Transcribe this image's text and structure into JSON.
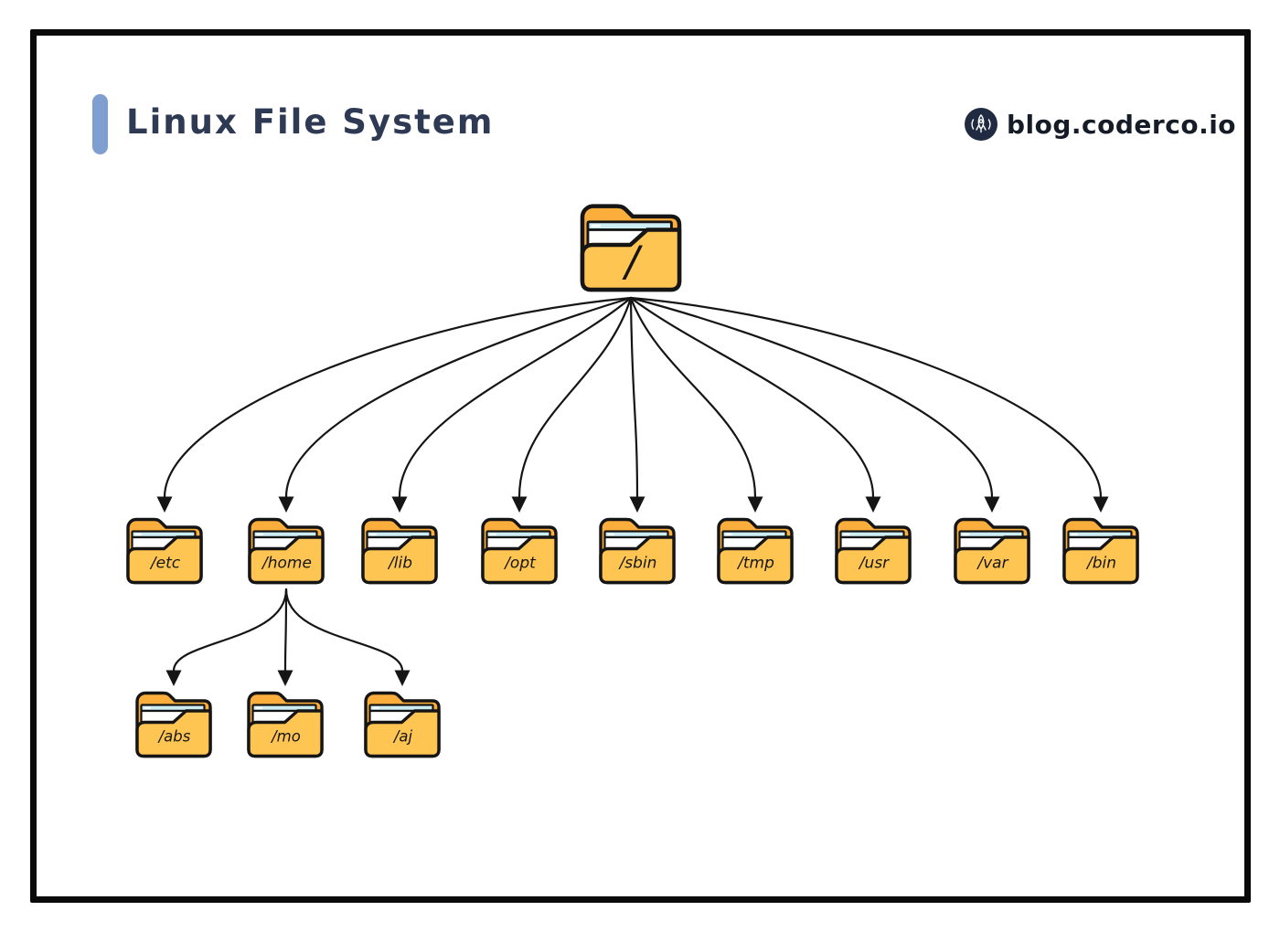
{
  "header": {
    "title": "Linux File System",
    "brand_label": "blog.coderco.io"
  },
  "palette": {
    "accent_bar": "#7f9fd1",
    "title": "#2e3a54",
    "brand": "#151c28",
    "border": "#0a0a0a",
    "arrow": "#151515",
    "outline": "#151515",
    "folder_back": "#fbae3c",
    "folder_front": "#ffc553",
    "folder_stripe": "#cdedf5",
    "logo_circle": "#202b42"
  },
  "tree": {
    "root": {
      "label": "/"
    },
    "children": [
      {
        "label": "/etc"
      },
      {
        "label": "/home",
        "children": [
          {
            "label": "/abs"
          },
          {
            "label": "/mo"
          },
          {
            "label": "/aj"
          }
        ]
      },
      {
        "label": "/lib"
      },
      {
        "label": "/opt"
      },
      {
        "label": "/sbin"
      },
      {
        "label": "/tmp"
      },
      {
        "label": "/usr"
      },
      {
        "label": "/var"
      },
      {
        "label": "/bin"
      }
    ]
  }
}
